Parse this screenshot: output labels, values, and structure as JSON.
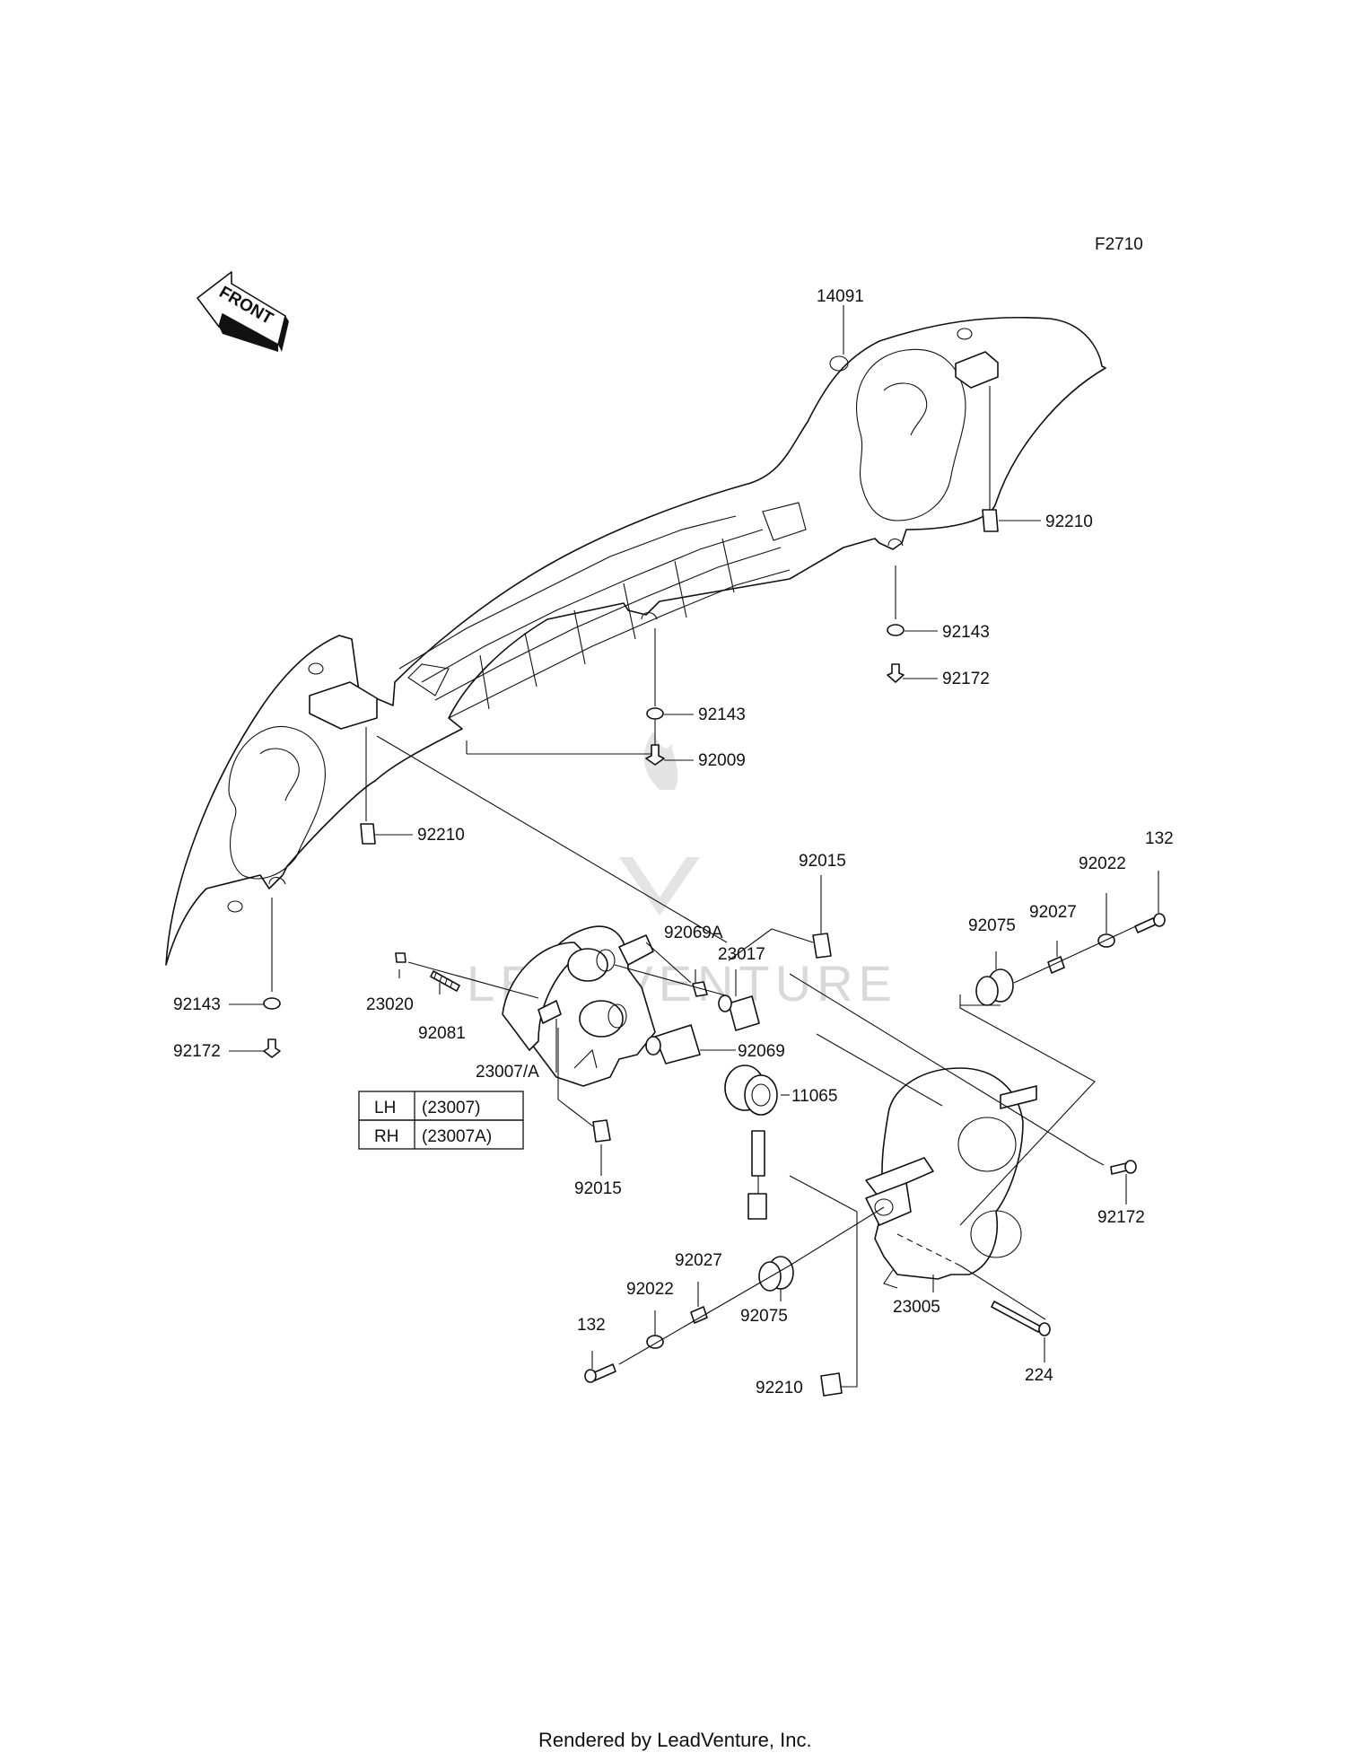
{
  "figure_code": "F2710",
  "front_arrow_label": "FRONT",
  "watermark_text": "LEADVENTURE",
  "footer_text": "Rendered by LeadVenture, Inc.",
  "callouts": [
    {
      "id": "c-14091-top",
      "label": "14091"
    },
    {
      "id": "c-92210-right",
      "label": "92210"
    },
    {
      "id": "c-92143-right",
      "label": "92143"
    },
    {
      "id": "c-92172-right",
      "label": "92172"
    },
    {
      "id": "c-92143-mid",
      "label": "92143"
    },
    {
      "id": "c-92009",
      "label": "92009"
    },
    {
      "id": "c-92210-left",
      "label": "92210"
    },
    {
      "id": "c-92015-upper",
      "label": "92015"
    },
    {
      "id": "c-132-right",
      "label": "132"
    },
    {
      "id": "c-92022-right",
      "label": "92022"
    },
    {
      "id": "c-92027-right",
      "label": "92027"
    },
    {
      "id": "c-92075-right",
      "label": "92075"
    },
    {
      "id": "c-92069a",
      "label": "92069A"
    },
    {
      "id": "c-23017",
      "label": "23017"
    },
    {
      "id": "c-23020",
      "label": "23020"
    },
    {
      "id": "c-92081",
      "label": "92081"
    },
    {
      "id": "c-23007a",
      "label": "23007/A"
    },
    {
      "id": "c-92069",
      "label": "92069"
    },
    {
      "id": "c-11065",
      "label": "11065"
    },
    {
      "id": "c-92143-left",
      "label": "92143"
    },
    {
      "id": "c-92172-left",
      "label": "92172"
    },
    {
      "id": "c-92015-lower",
      "label": "92015"
    },
    {
      "id": "c-92172-lower",
      "label": "92172"
    },
    {
      "id": "c-92027-lower",
      "label": "92027"
    },
    {
      "id": "c-92022-lower",
      "label": "92022"
    },
    {
      "id": "c-132-lower",
      "label": "132"
    },
    {
      "id": "c-92075-lower",
      "label": "92075"
    },
    {
      "id": "c-23005",
      "label": "23005"
    },
    {
      "id": "c-92210-lower",
      "label": "92210"
    },
    {
      "id": "c-224",
      "label": "224"
    }
  ],
  "variant_table": {
    "rows": [
      {
        "side": "LH",
        "part": "(23007)"
      },
      {
        "side": "RH",
        "part": "(23007A)"
      }
    ]
  }
}
